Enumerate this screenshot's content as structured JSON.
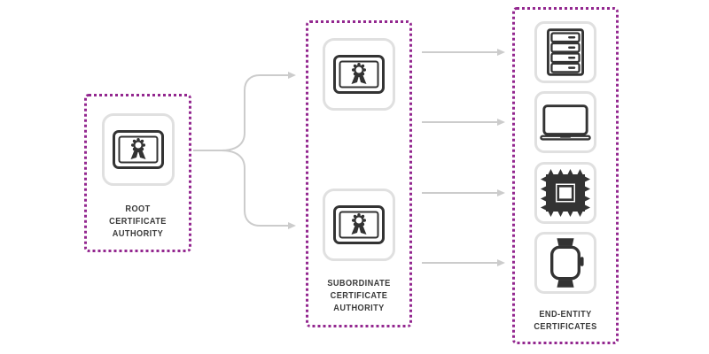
{
  "colors": {
    "background": "#ffffff",
    "accent_border": "#93278F",
    "connector": "#cccccc",
    "icon_dark": "#333333",
    "tile_border": "#e0e0e0",
    "label_text": "#3a3a3a"
  },
  "nodes": {
    "root_ca": {
      "label_lines": [
        "ROOT",
        "CERTIFICATE",
        "AUTHORITY"
      ],
      "icons": [
        "certificate-icon"
      ]
    },
    "subordinate_ca": {
      "label_lines": [
        "SUBORDINATE",
        "CERTIFICATE",
        "AUTHORITY"
      ],
      "icons": [
        "certificate-icon",
        "certificate-icon"
      ]
    },
    "end_entity": {
      "label_lines": [
        "END-ENTITY",
        "CERTIFICATES"
      ],
      "icons": [
        "server-icon",
        "laptop-icon",
        "chip-icon",
        "smartwatch-icon"
      ]
    }
  },
  "connections": [
    {
      "from": "root_ca",
      "to": "subordinate_ca.certificate_top",
      "style": "forked-curved-arrow"
    },
    {
      "from": "root_ca",
      "to": "subordinate_ca.certificate_bottom",
      "style": "forked-curved-arrow"
    },
    {
      "from": "subordinate_ca",
      "to": "end_entity.server",
      "style": "straight-arrow"
    },
    {
      "from": "subordinate_ca",
      "to": "end_entity.laptop",
      "style": "straight-arrow"
    },
    {
      "from": "subordinate_ca",
      "to": "end_entity.chip",
      "style": "straight-arrow"
    },
    {
      "from": "subordinate_ca",
      "to": "end_entity.smartwatch",
      "style": "straight-arrow"
    }
  ]
}
